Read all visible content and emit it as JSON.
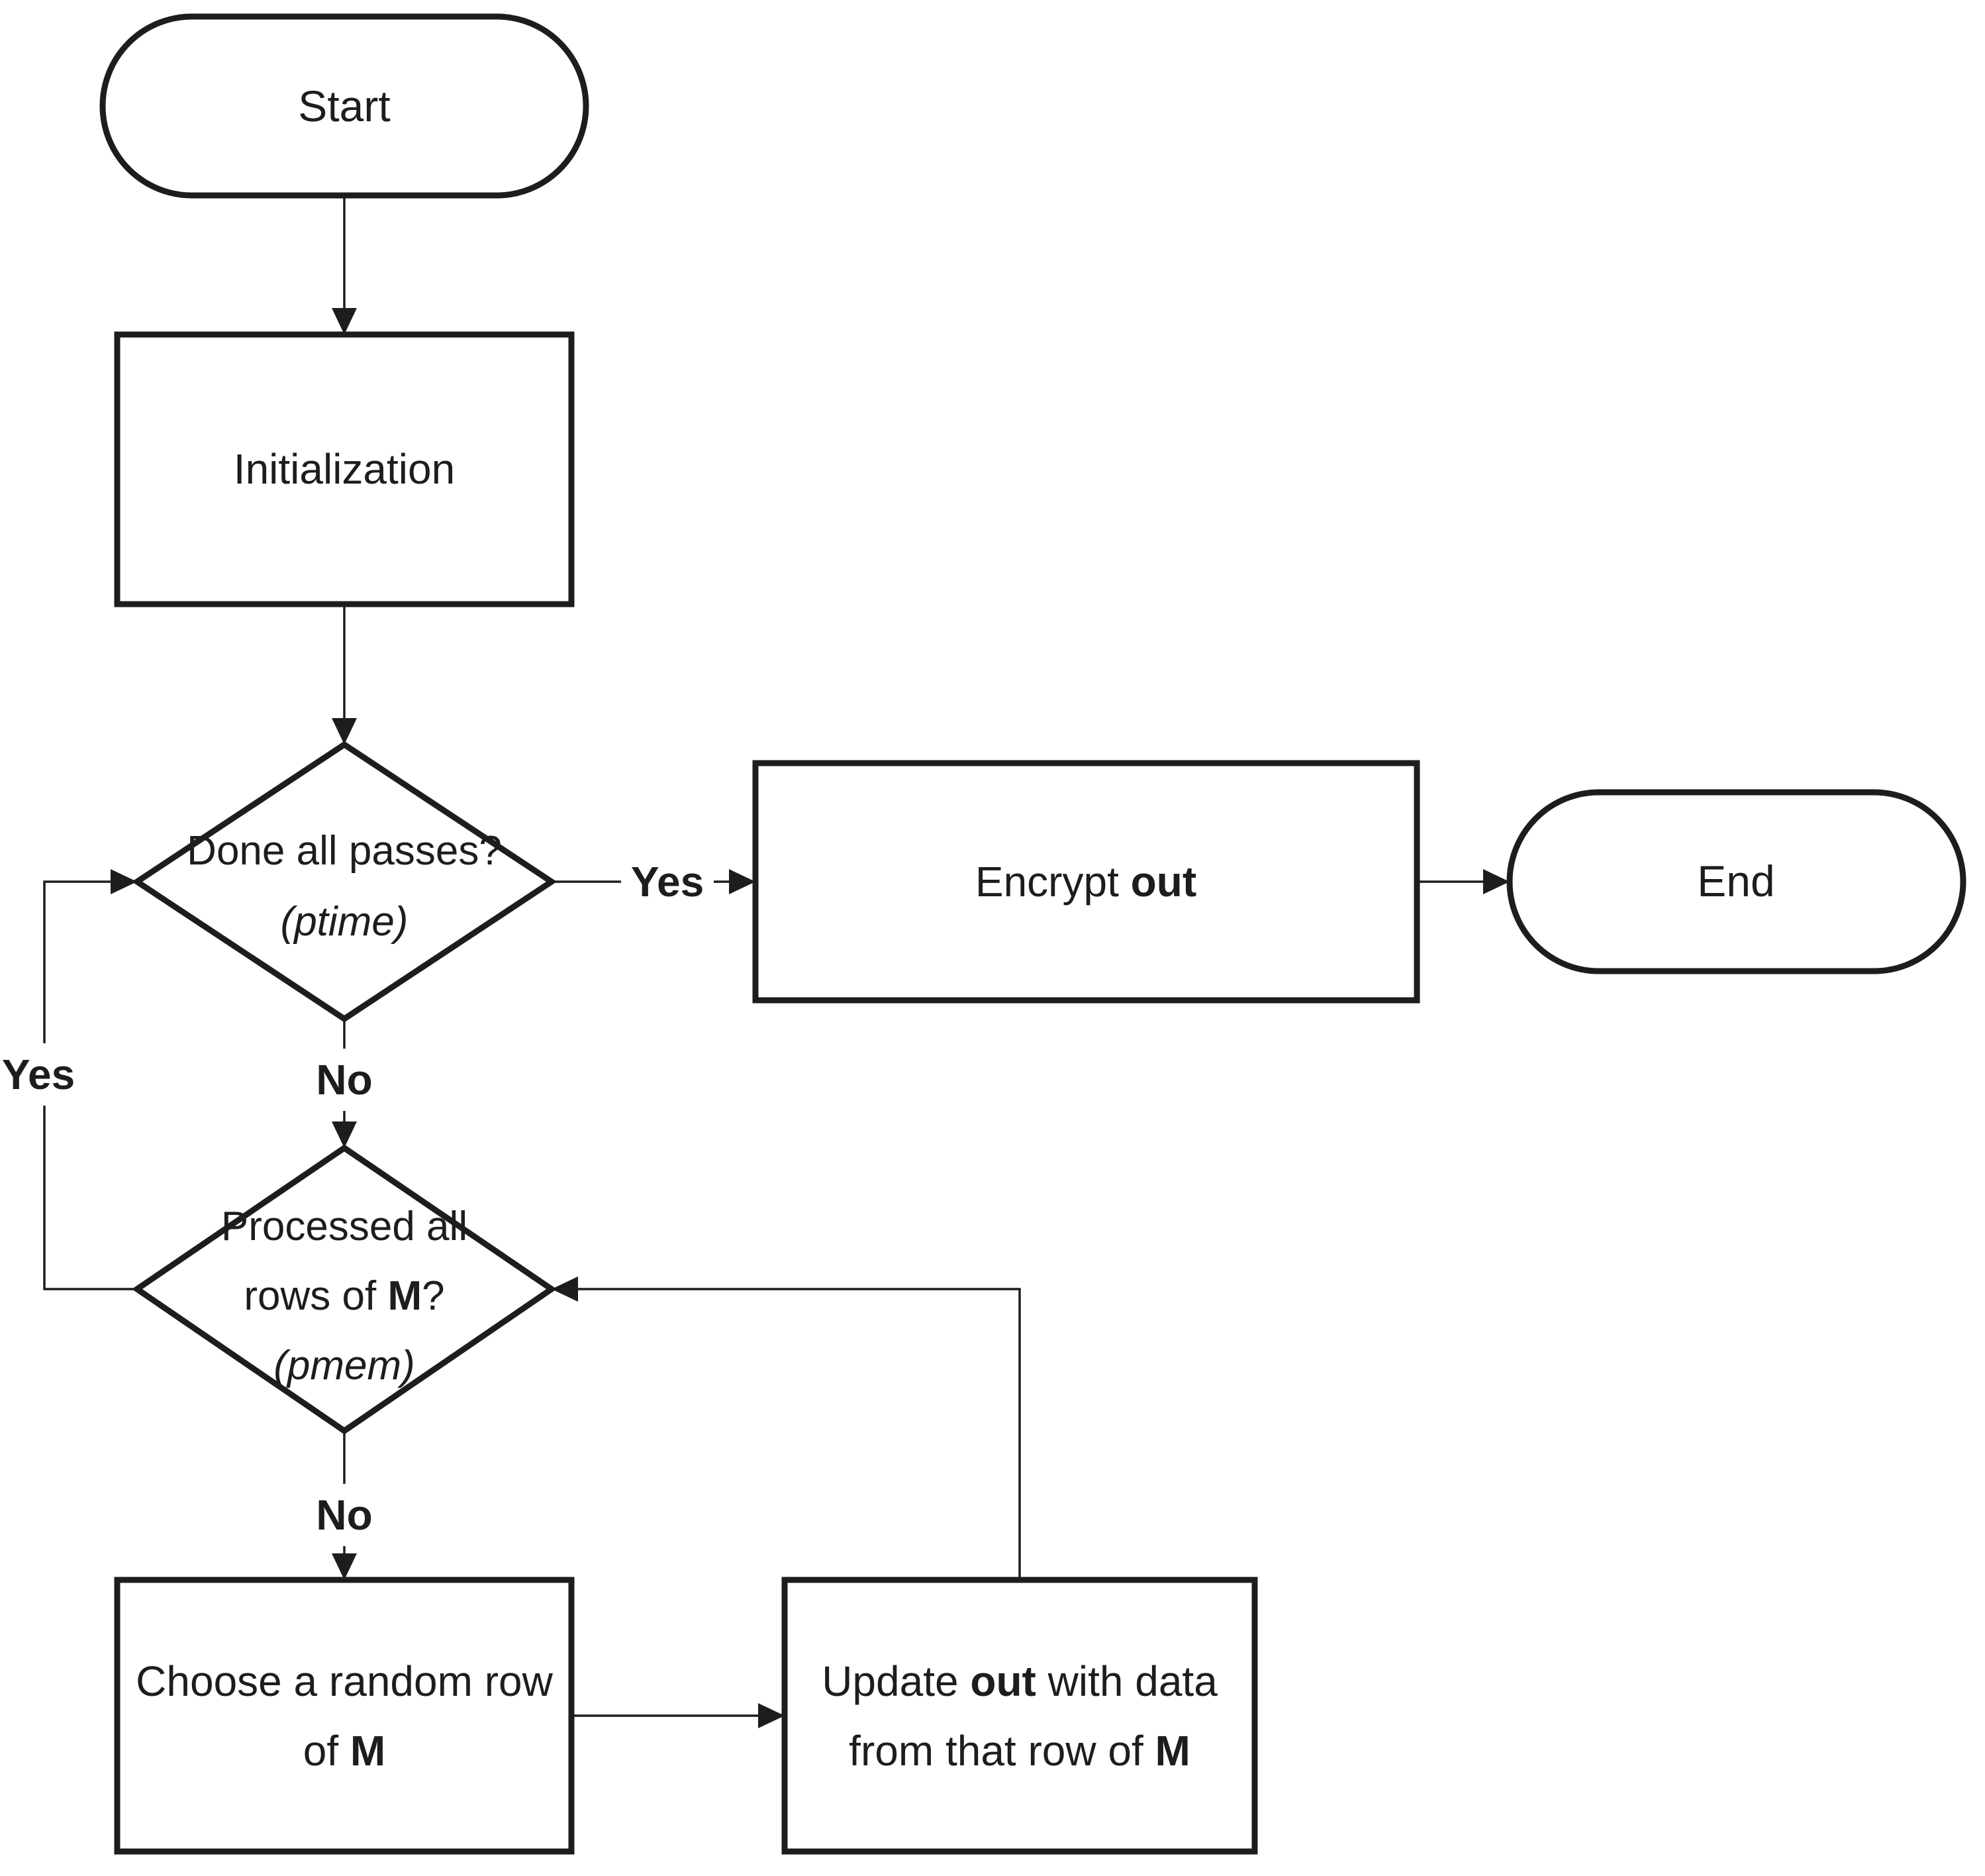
{
  "diagram": {
    "type": "flowchart",
    "colors": {
      "background": "#ffffff",
      "line": "#1d1d1b",
      "text": "#1d1d1b"
    },
    "nodes": {
      "start": {
        "shape": "terminator",
        "label": "Start"
      },
      "initialization": {
        "shape": "process",
        "label": "Initialization"
      },
      "decision_ptime": {
        "shape": "decision",
        "line1": "Done all passes?",
        "line2": "(ptime)"
      },
      "encrypt": {
        "shape": "process",
        "part1": "Encrypt ",
        "part2_bold": "out"
      },
      "end": {
        "shape": "terminator",
        "label": "End"
      },
      "decision_pmem": {
        "shape": "decision",
        "line1": "Processed all",
        "line2_part1": "rows of ",
        "line2_bold": "M",
        "line2_part3": "?",
        "line3": "(pmem)"
      },
      "choose_row": {
        "shape": "process",
        "line1": "Choose a random row",
        "line2_part1": "of ",
        "line2_bold": "M"
      },
      "update_out": {
        "shape": "process",
        "line1_part1": "Update ",
        "line1_bold": "out",
        "line1_part3": " with data",
        "line2_part1": "from that row of ",
        "line2_bold": "M"
      }
    },
    "edges": {
      "ptime_yes": {
        "label": "Yes"
      },
      "ptime_no": {
        "label": "No"
      },
      "pmem_yes": {
        "label": "Yes"
      },
      "pmem_no": {
        "label": "No"
      }
    }
  }
}
